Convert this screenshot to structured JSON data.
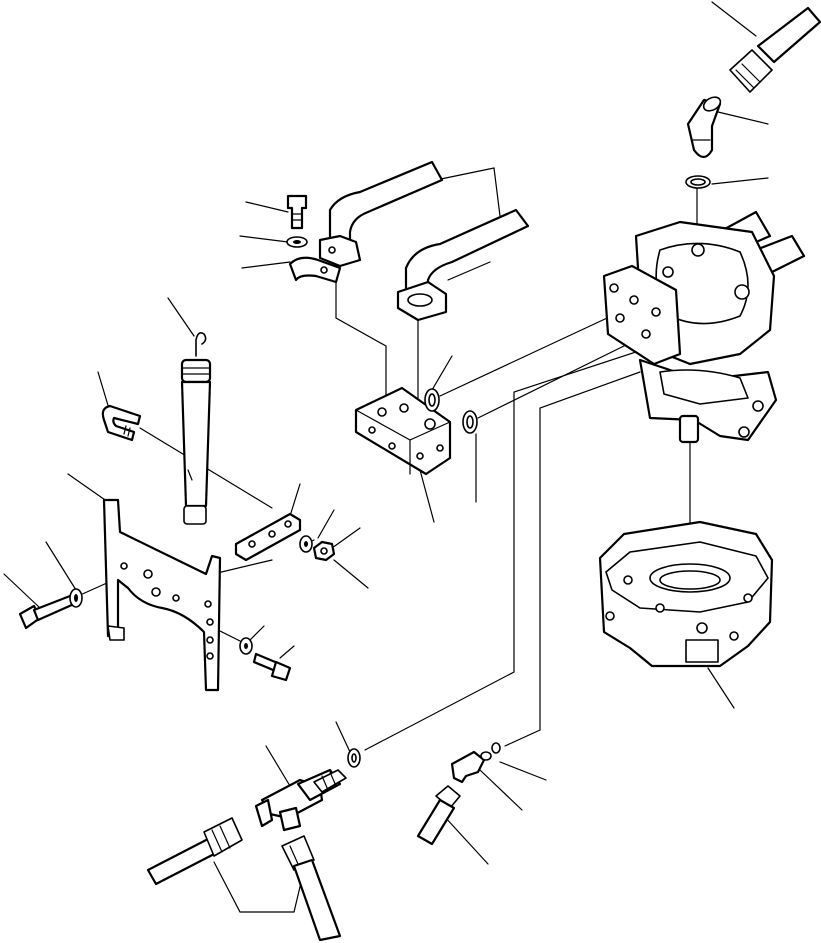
{
  "diagram": {
    "type": "exploded-parts-view",
    "labels": [],
    "parts": [
      "hose-top-right",
      "elbow-fitting",
      "o-ring-motor-port",
      "swing-motor",
      "motor-housing-flange",
      "hose-pair-upper",
      "bolt",
      "washer",
      "split-flange-clamp",
      "manifold-block",
      "o-ring-block-upper",
      "o-ring-block-lower",
      "hook-cylinder",
      "u-bolt",
      "mounting-bracket",
      "bolt-left",
      "washer-left",
      "clamp-plate",
      "washer-right",
      "nut-right",
      "washer-lower",
      "bolt-lower",
      "tee-fitting",
      "o-ring-tee",
      "hose-lower-left",
      "hose-lower-center",
      "elbow-lower",
      "o-ring-lower",
      "hose-lower-right"
    ]
  }
}
